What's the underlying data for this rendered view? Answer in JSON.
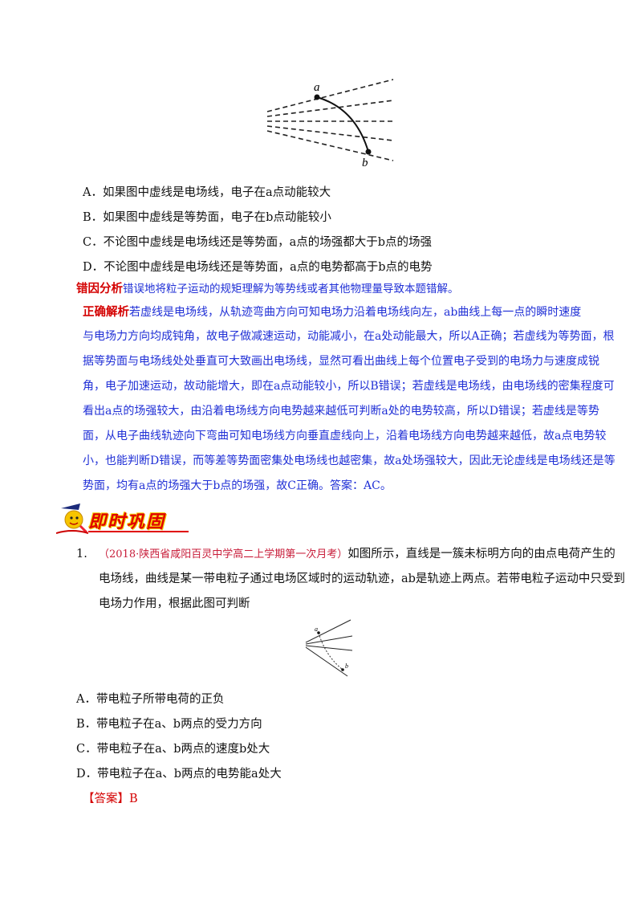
{
  "figure1": {
    "label_a": "a",
    "label_b": "b"
  },
  "options1": [
    "A．如果图中虚线是电场线，电子在a点动能较大",
    "B．如果图中虚线是等势面，电子在b点动能较小",
    "C．不论图中虚线是电场线还是等势面，a点的场强都大于b点的场强",
    "D．不论图中虚线是电场线还是等势面，a点的电势都高于b点的电势"
  ],
  "error_analysis": {
    "tag": "错因分析",
    "text": "错误地将粒子运动的规矩理解为等势线或者其他物理量导致本题错解。"
  },
  "correct_analysis": {
    "tag": "正确解析",
    "lines": [
      "若虚线是电场线，从轨迹弯曲方向可知电场力沿着电场线向左，ab曲线上每一点的瞬时速度",
      "与电场力方向均成钝角，故电子做减速运动，动能减小，在a处动能最大，所以A正确；若虚线为等势面，根",
      "据等势面与电场线处处垂直可大致画出电场线，显然可看出曲线上每个位置电子受到的电场力与速度成锐",
      "角，电子加速运动，故动能增大，即在a点动能较小，所以B错误；若虚线是电场线，由电场线的密集程度可",
      "看出a点的场强较大，由沿着电场线方向电势越来越低可判断a处的电势较高，所以D错误；若虚线是等势",
      "面，从电子曲线轨迹向下弯曲可知电场线方向垂直虚线向上，沿着电场线方向电势越来越低，故a点电势较",
      "小，也能判断D错误，而等差等势面密集处电场线也越密集，故a处场强较大，因此无论虚线是电场线还是等",
      "势面，均有a点的场强大于b点的场强，故C正确。答案：AC。"
    ]
  },
  "section_banner": {
    "title": "即时巩固",
    "mascot": "pencil-mascot-icon"
  },
  "question1": {
    "number": "1.",
    "source": "（2018·陕西省咸阳百灵中学高二上学期第一次月考）",
    "lines": [
      "如图所示，直线是一簇未标明方向的由点电荷产生的",
      "电场线，曲线是某一带电粒子通过电场区域时的运动轨迹，ab是轨迹上两点。若带电粒子运动中只受到",
      "电场力作用，根据此图可判断"
    ]
  },
  "figure2": {
    "label_a": "a",
    "label_b": "b"
  },
  "options2": [
    "A．带电粒子所带电荷的正负",
    "B．带电粒子在a、b两点的受力方向",
    "C．带电粒子在a、b两点的速度b处大",
    "D．带电粒子在a、b两点的电势能a处大"
  ],
  "answer": {
    "label": "【答案】B"
  },
  "colors": {
    "analysis_text": "#1f2fd6",
    "tag_red": "#d40000",
    "source_red": "#c81d3a"
  }
}
